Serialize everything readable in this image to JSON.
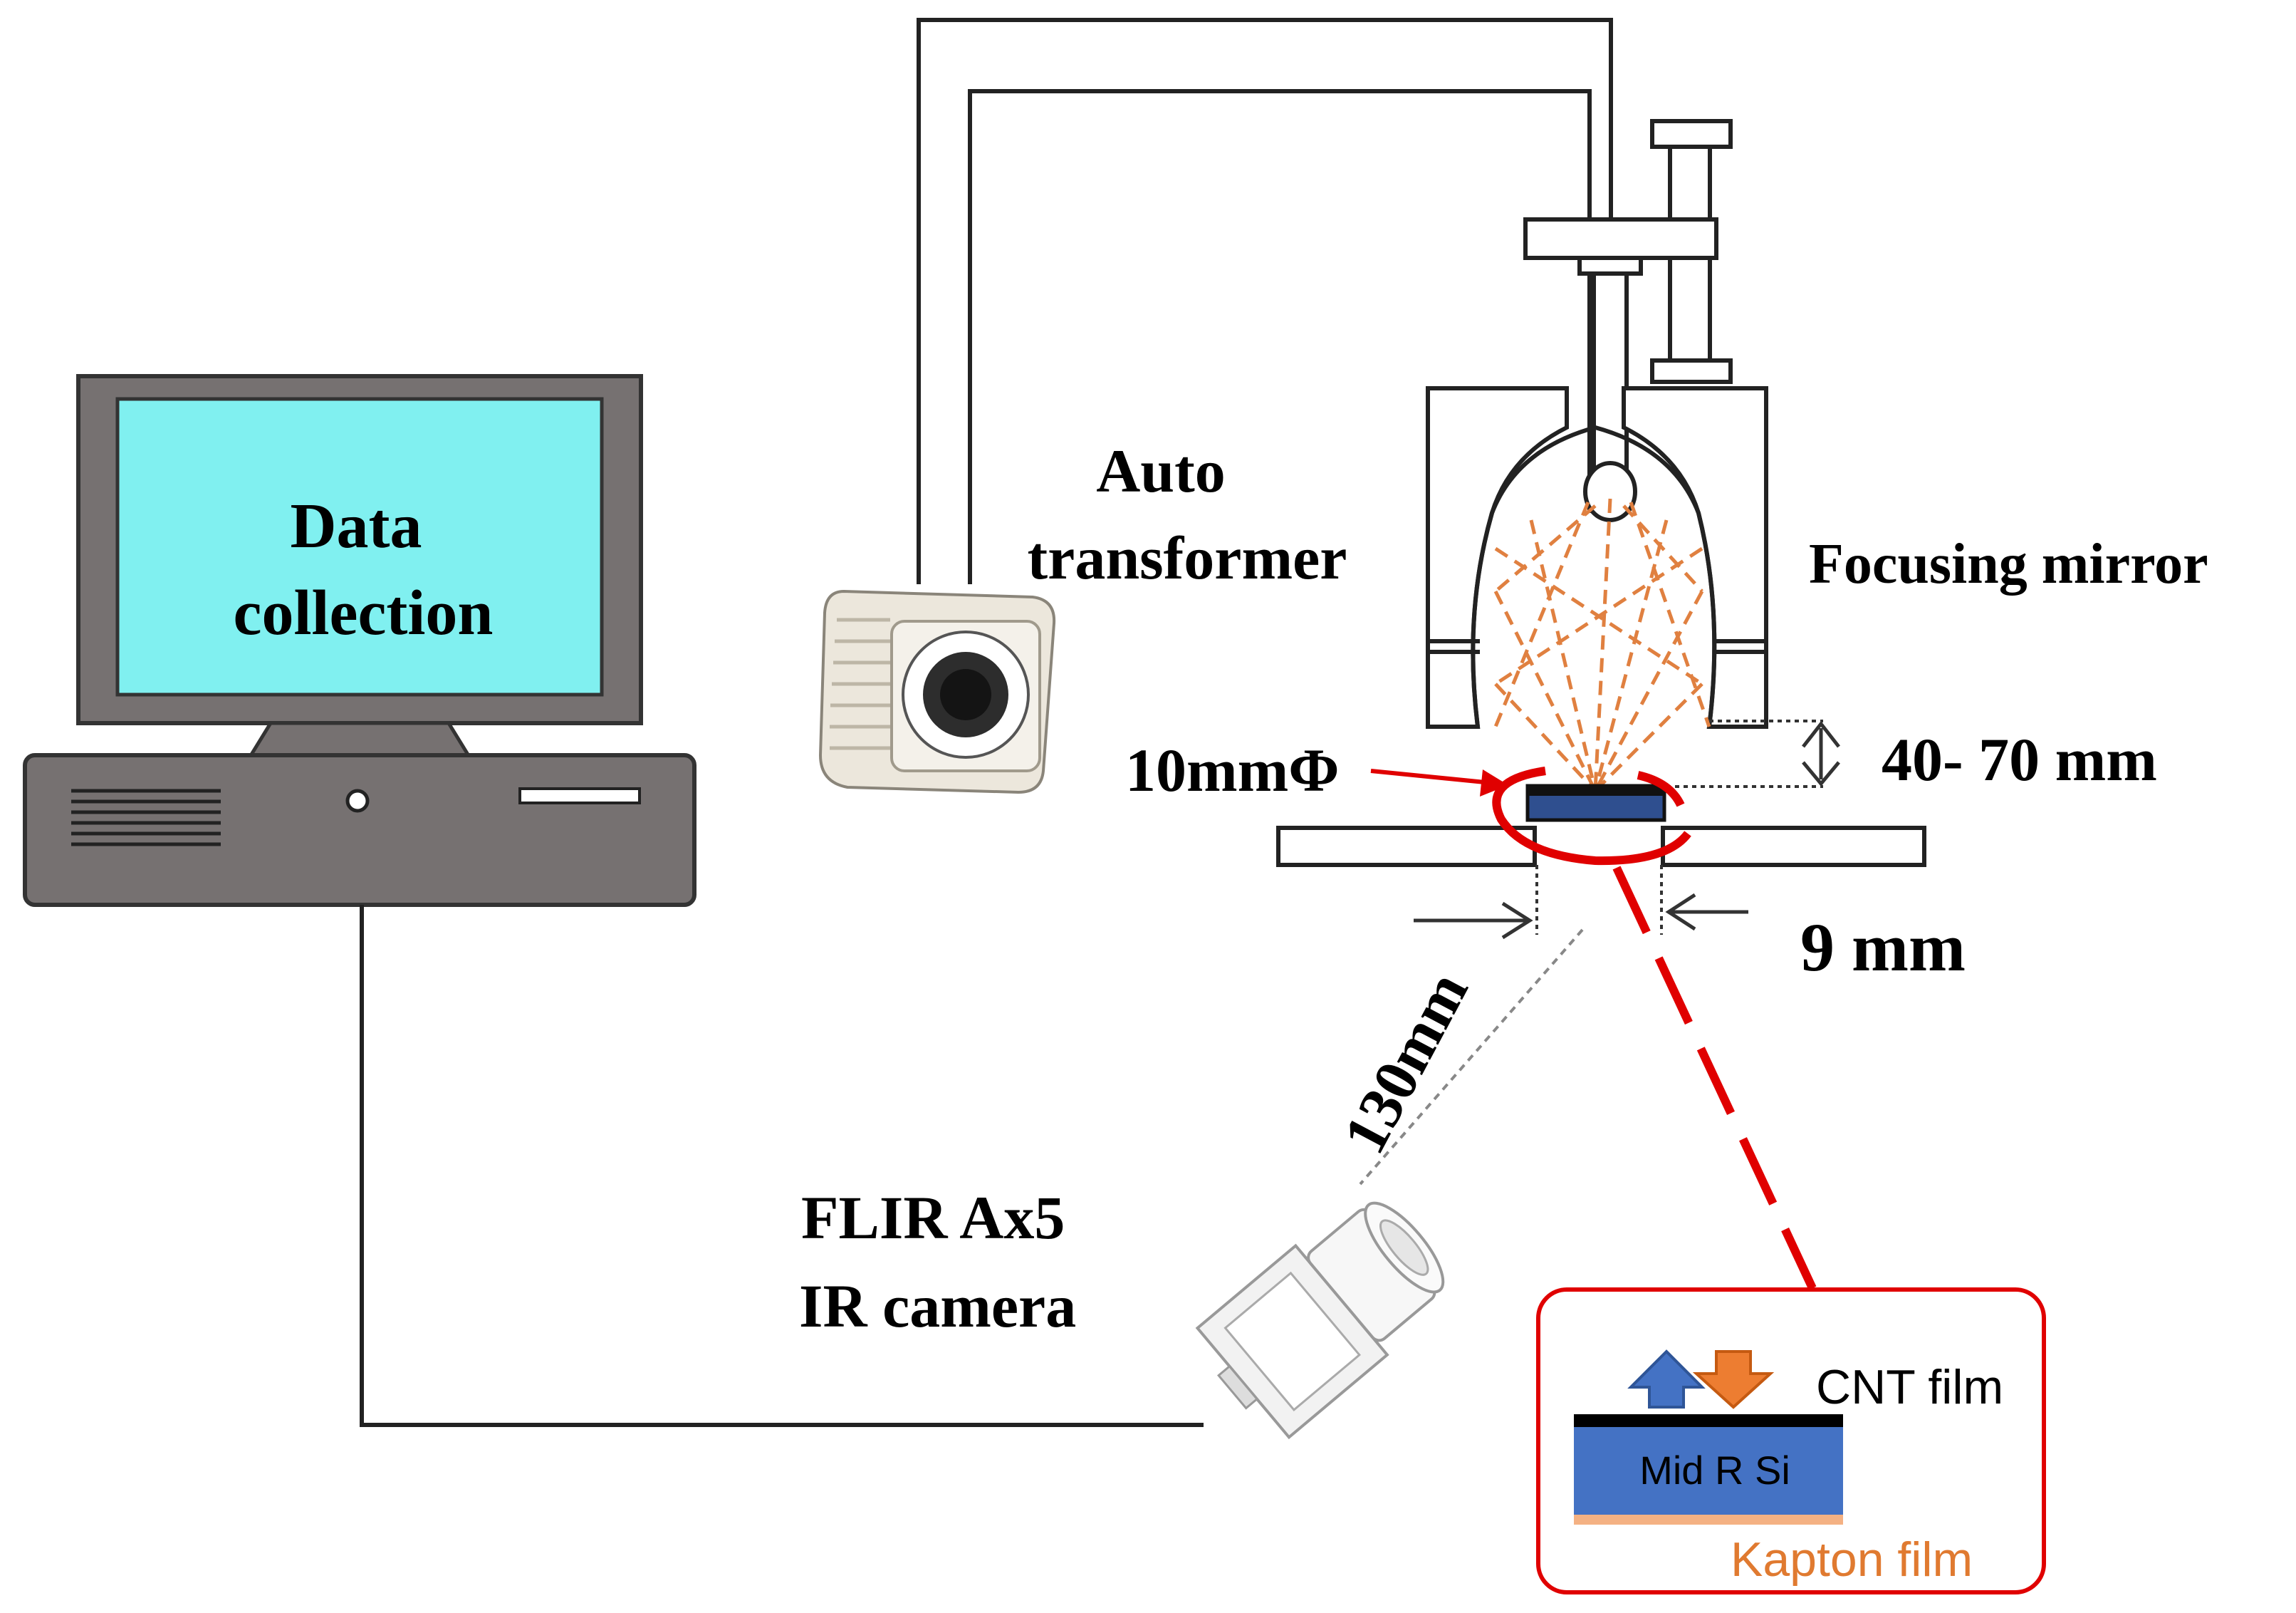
{
  "labels": {
    "computer_screen": [
      "Data",
      "collection"
    ],
    "auto_transformer": [
      "Auto",
      "transformer"
    ],
    "focusing_mirror": "Focusing mirror",
    "aperture_diameter": "10mmΦ",
    "gap_distance": "40- 70  mm",
    "window_width": "9 mm",
    "camera_distance": "130mm",
    "ir_camera": [
      "FLIR Ax5",
      "IR camera"
    ],
    "cnt_film": "CNT film",
    "substrate": "Mid R Si",
    "kapton_film": "Kapton film"
  },
  "colors": {
    "screen": "#80f0f0",
    "computer_body": "#767171",
    "red_callout": "#e00000",
    "light_rays": "#e08040",
    "substrate_blue": "#4472c4",
    "kapton_orange": "#f4b183",
    "kapton_text": "#e07a30",
    "arrow_up": "#4472c4",
    "arrow_down": "#ed7d31"
  },
  "icons": {
    "computer": "desktop-computer-icon",
    "transformer": "auto-transformer-icon",
    "camera": "ir-camera-icon",
    "heat_in": "arrow-up-icon",
    "heat_out": "arrow-down-icon"
  }
}
